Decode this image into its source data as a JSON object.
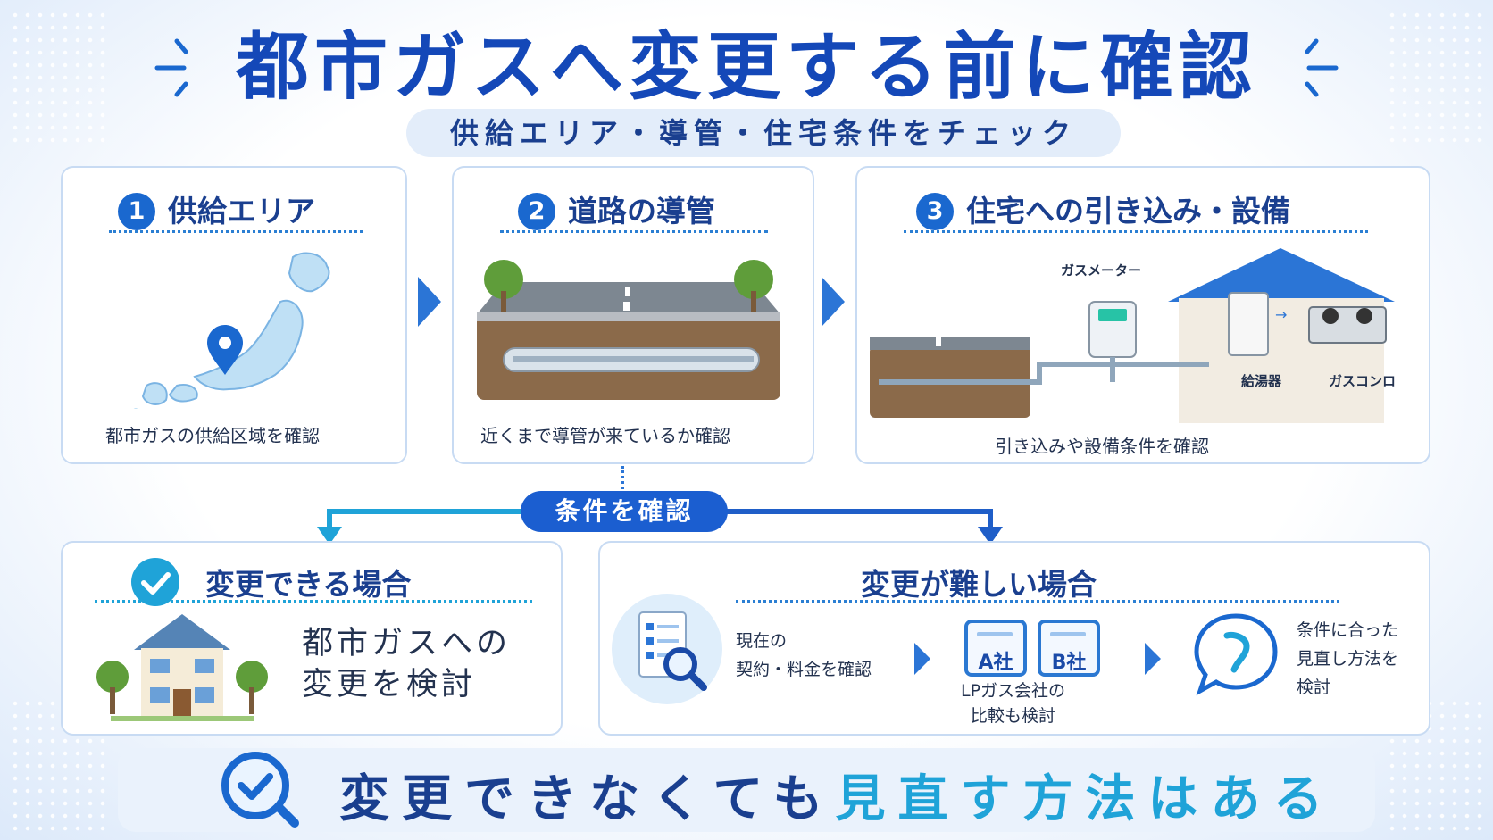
{
  "title": "都市ガスへ変更する前に確認",
  "subtitle": "供給エリア・導管・住宅条件をチェック",
  "steps": [
    {
      "number": "1",
      "title": "供給エリア",
      "caption": "都市ガスの供給区域を確認"
    },
    {
      "number": "2",
      "title": "道路の導管",
      "caption": "近くまで導管が来ているか確認"
    },
    {
      "number": "3",
      "title": "住宅への引き込み・設備",
      "caption": "引き込みや設備条件を確認"
    }
  ],
  "step3_labels": {
    "meter": "ガスメーター",
    "water_heater": "給湯器",
    "stove": "ガスコンロ"
  },
  "condition_label": "条件を確認",
  "possible": {
    "title": "変更できる場合",
    "text": "都市ガスへの\n変更を検討"
  },
  "difficult": {
    "title": "変更が難しい場合",
    "check_contract": "現在の\n契約・料金を確認",
    "company_a": "A社",
    "company_b": "B社",
    "compare": "LPガス会社の\n比較も検討",
    "review": "条件に合った\n見直し方法を\n検討"
  },
  "bottom": {
    "part1": "変更できなくても",
    "part2": "見直す方法はある"
  },
  "colors": {
    "primary": "#1448b8",
    "accent": "#2b75d6",
    "light_blue": "#1fa3d8",
    "pill": "#1b5ed0"
  },
  "icons": [
    "map-pin-icon",
    "check-circle-icon",
    "magnifier-check-icon",
    "checklist-magnifier-icon",
    "chat-phone-icon",
    "arrow-right-icon"
  ]
}
